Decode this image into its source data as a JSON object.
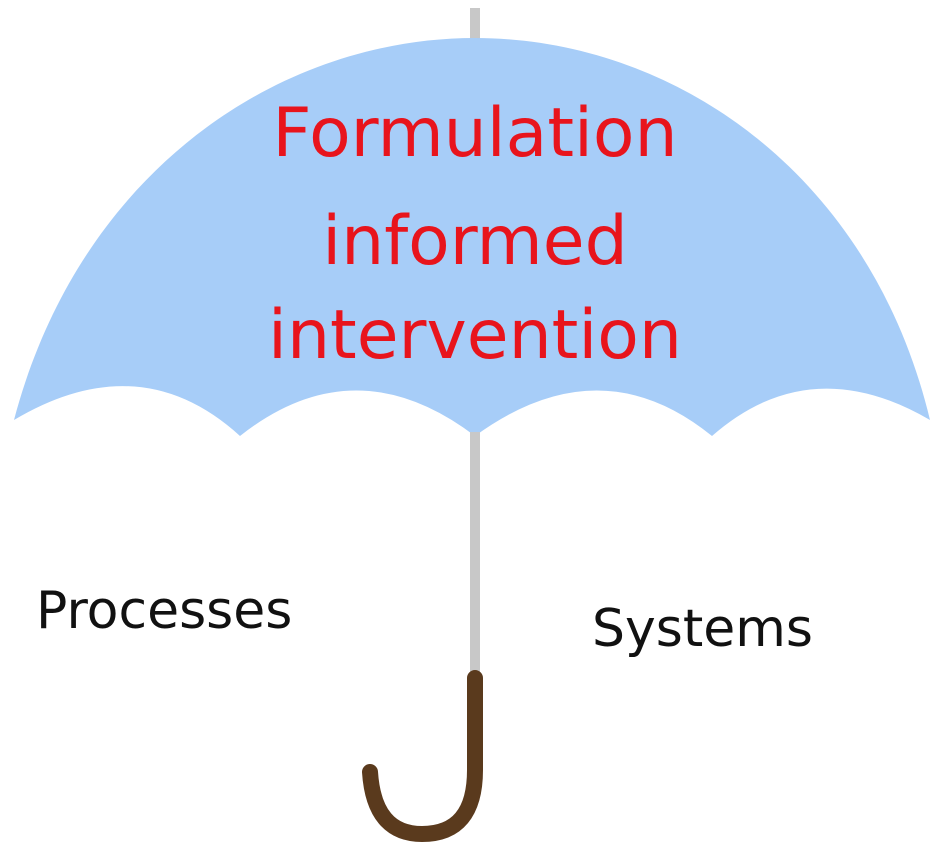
{
  "canopy": {
    "line1": "Formulation",
    "line2": "informed",
    "line3": "intervention"
  },
  "labels": {
    "left": "Processes",
    "right": "Systems"
  },
  "colors": {
    "canopy": "#a7cdf8",
    "canopy_text": "#e8141c",
    "shaft": "#c8c8c8",
    "handle": "#5a3a1d",
    "label_text": "#111111"
  }
}
